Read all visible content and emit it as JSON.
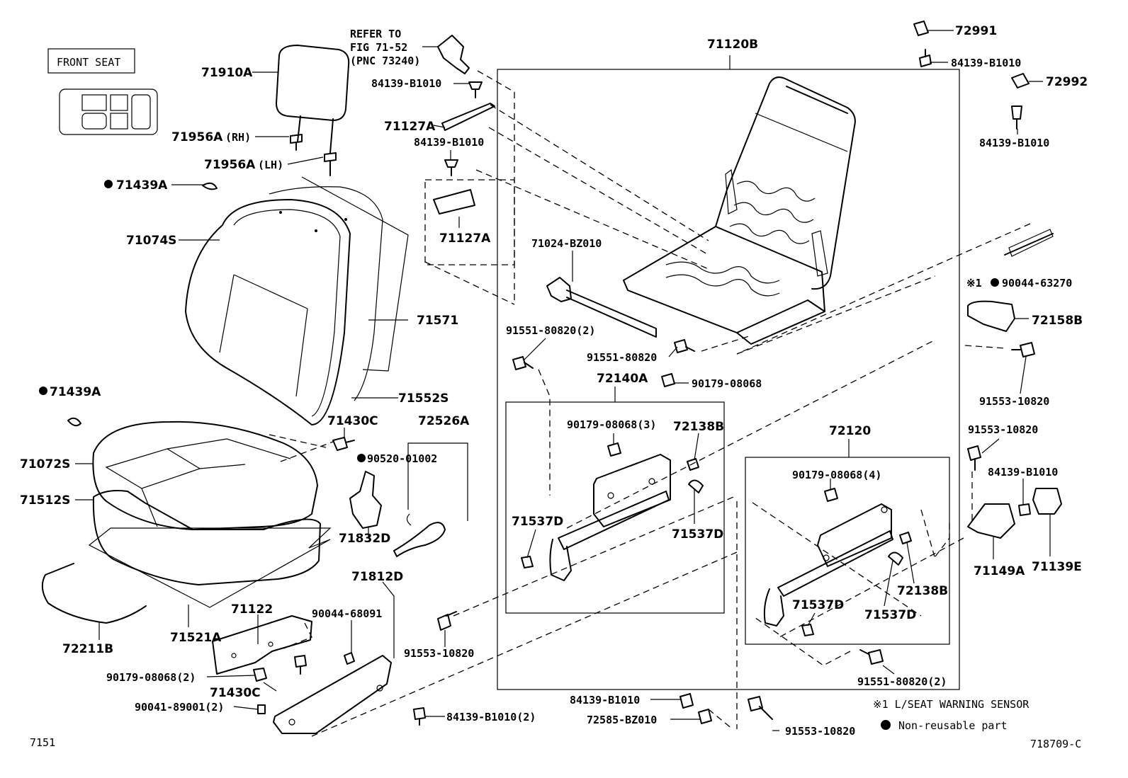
{
  "title_box": "FRONT SEAT",
  "refer_note": [
    "REFER TO",
    "FIG 71-52",
    "(PNC 73240)"
  ],
  "labels": {
    "p71910A": "71910A",
    "p71956A_rh": "71956A",
    "rh": "(RH)",
    "p71956A_lh": "71956A",
    "lh": "(LH)",
    "p71439A_1": "71439A",
    "p71074S": "71074S",
    "p71571": "71571",
    "p71552S": "71552S",
    "p71439A_2": "71439A",
    "p71430C_1": "71430C",
    "p72526A": "72526A",
    "p90520": "90520-01002",
    "p71072S": "71072S",
    "p71512S": "71512S",
    "p71832D": "71832D",
    "p71521A": "71521A",
    "p72211B": "72211B",
    "p71122": "71122",
    "p71812D": "71812D",
    "p90044_68091": "90044-68091",
    "p90179_2": "90179-08068(2)",
    "p71430C_2": "71430C",
    "p90041": "90041-89001(2)",
    "p84139_2": "84139-B1010(2)",
    "p84139_a": "84139-B1010",
    "p71127A_1": "71127A",
    "p84139_b": "84139-B1010",
    "p71127A_2": "71127A",
    "p71120B": "71120B",
    "p71024": "71024-BZ010",
    "p91551_2a": "91551-80820(2)",
    "p91551": "91551-80820",
    "p72140A": "72140A",
    "p90179_b": "90179-08068",
    "p90179_3": "90179-08068(3)",
    "p72138B_1": "72138B",
    "p71537D_1": "71537D",
    "p71537D_2": "71537D",
    "p91553_a": "91553-10820",
    "p72991": "72991",
    "p84139_c": "84139-B1010",
    "p72992": "72992",
    "p84139_d": "84139-B1010",
    "sensor_mark": "※1",
    "p90044_63270": "90044-63270",
    "p72158B": "72158B",
    "p91553_b": "91553-10820",
    "p91553_c": "91553-10820",
    "p72120": "72120",
    "p90179_4": "90179-08068(4)",
    "p84139_e": "84139-B1010",
    "p71139E": "71139E",
    "p71149A": "71149A",
    "p72138B_2": "72138B",
    "p71537D_3": "71537D",
    "p71537D_4": "71537D",
    "p91551_2b": "91551-80820(2)",
    "p84139_f": "84139-B1010",
    "p72585": "72585-BZ010",
    "p91553_d": "91553-10820"
  },
  "legend": {
    "note1": "※1 L/SEAT WARNING SENSOR",
    "note2": "Non-reusable part"
  },
  "footer": {
    "left": "7151",
    "right": "718709-C"
  }
}
